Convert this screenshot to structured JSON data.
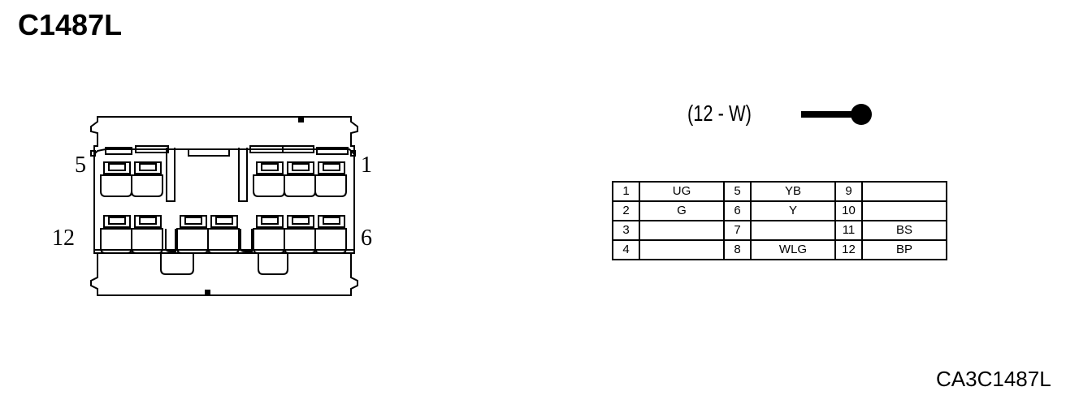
{
  "title": "C1487L",
  "diagram_code": "CA3C1487L",
  "wire_spec": "(12 - W)",
  "pin_labels": {
    "top_left": "5",
    "top_right": "1",
    "bottom_left": "12",
    "bottom_right": "6"
  },
  "pin_table": [
    [
      {
        "pin": "1",
        "color": "UG"
      },
      {
        "pin": "5",
        "color": "YB"
      },
      {
        "pin": "9",
        "color": ""
      }
    ],
    [
      {
        "pin": "2",
        "color": "G"
      },
      {
        "pin": "6",
        "color": "Y"
      },
      {
        "pin": "10",
        "color": ""
      }
    ],
    [
      {
        "pin": "3",
        "color": ""
      },
      {
        "pin": "7",
        "color": ""
      },
      {
        "pin": "11",
        "color": "BS"
      }
    ],
    [
      {
        "pin": "4",
        "color": ""
      },
      {
        "pin": "8",
        "color": "WLG"
      },
      {
        "pin": "12",
        "color": "BP"
      }
    ]
  ]
}
